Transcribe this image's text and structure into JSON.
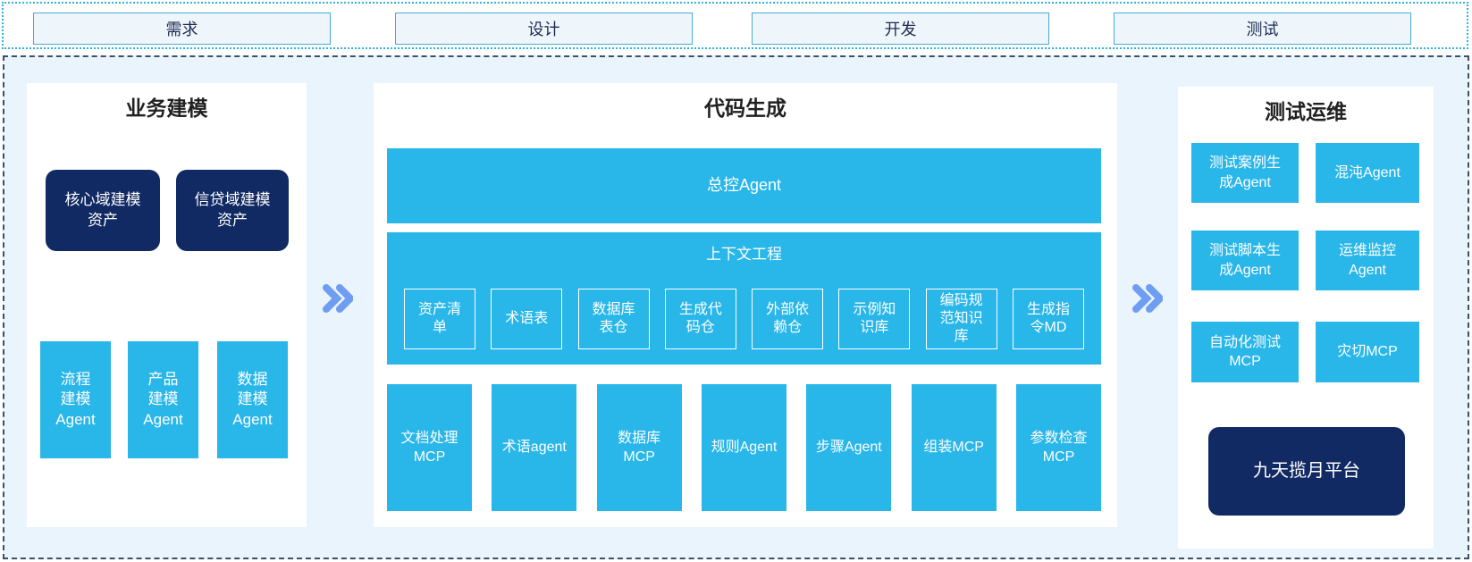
{
  "palette": {
    "cyan": "#29b6e8",
    "navy": "#122a63",
    "area_bg": "#e9f4fc",
    "chevron_blue": "#6f9df1",
    "stage_border": "#47abd4",
    "dotted_border": "#2fb2dc",
    "dashed_border": "#3d5166"
  },
  "stages": {
    "requirements": "需求",
    "design": "设计",
    "development": "开发",
    "testing": "测试"
  },
  "business_modeling": {
    "title": "业务建模",
    "assets": [
      "核心域建模资产",
      "信贷域建模资产"
    ],
    "agents": [
      "流程建模Agent",
      "产品建模Agent",
      "数据建模Agent"
    ]
  },
  "code_generation": {
    "title": "代码生成",
    "master_agent": "总控Agent",
    "context_engineering": {
      "title": "上下文工程",
      "items": [
        "资产清单",
        "术语表",
        "数据库表仓",
        "生成代码仓",
        "外部依赖仓",
        "示例知识库",
        "编码规范知识库",
        "生成指令MD"
      ]
    },
    "executors": [
      "文档处理MCP",
      "术语agent",
      "数据库MCP",
      "规则Agent",
      "步骤Agent",
      "组装MCP",
      "参数检查MCP"
    ]
  },
  "test_ops": {
    "title": "测试运维",
    "boxes": [
      "测试案例生成Agent",
      "混沌Agent",
      "测试脚本生成Agent",
      "运维监控Agent",
      "自动化测试MCP",
      "灾切MCP"
    ],
    "platform": "九天揽月平台"
  },
  "icons": {
    "flow_separator": "chevron-double-right"
  }
}
